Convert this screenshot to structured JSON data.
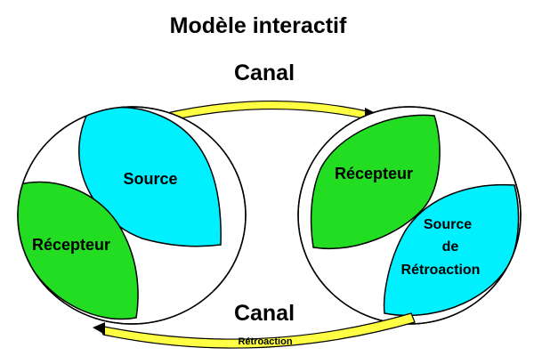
{
  "title": "Modèle interactif",
  "canal_top": "Canal",
  "canal_bottom": "Canal",
  "feedback_label": "Rétroaction",
  "left_circle": {
    "source": "Source",
    "receiver": "Récepteur"
  },
  "right_circle": {
    "receiver": "Récepteur",
    "feedback_source": [
      "Source",
      "de",
      "Rétroaction"
    ]
  },
  "colors": {
    "cyan": "#00f0ff",
    "green": "#22dd22",
    "channel_fill": "#ffff44",
    "outline": "#000000"
  }
}
